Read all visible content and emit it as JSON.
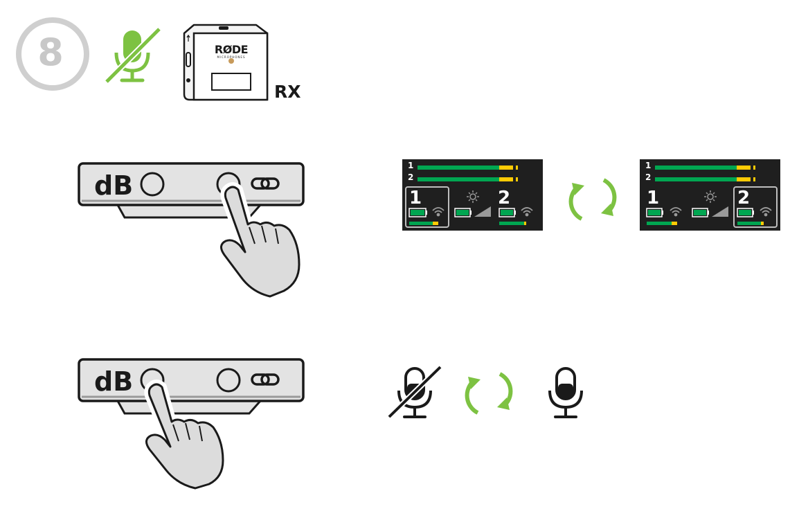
{
  "step": {
    "number": "8"
  },
  "receiver": {
    "brand": "RØDE",
    "brand_sub": "MICROPHONES",
    "label": "RX"
  },
  "buttons": {
    "db_label": "dB"
  },
  "lcd": {
    "channel_1": "1",
    "channel_2": "2"
  },
  "colors": {
    "accent_green": "#7dc242",
    "meter_green": "#00a651",
    "meter_yellow": "#ffcb05",
    "lcd_background": "#1f1f1f",
    "step_circle": "#cfcfcf",
    "outline": "#1a1a1a",
    "button_fill": "#e3e3e3"
  },
  "icons": {
    "step_badge": "numbered-circle-icon",
    "mic_off_top": "microphone-muted-icon",
    "receiver_device": "receiver-device-icon",
    "pointing_hand": "pointing-hand-icon",
    "cycle": "refresh-cycle-icon",
    "mic_off": "microphone-muted-icon",
    "mic_on": "microphone-icon",
    "link": "link-icon",
    "battery": "battery-icon",
    "wifi": "wifi-signal-icon",
    "brightness": "brightness-icon",
    "level": "level-ramp-icon"
  }
}
